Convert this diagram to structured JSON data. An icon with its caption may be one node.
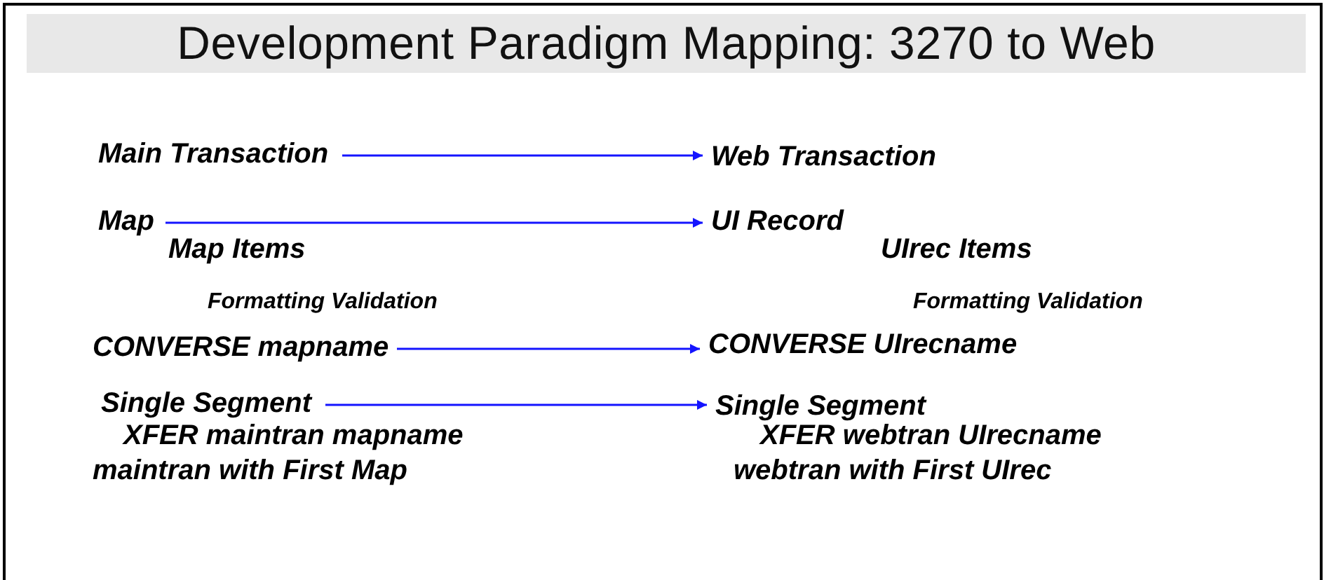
{
  "diagram": {
    "title": "Development Paradigm Mapping: 3270 to Web",
    "nodes": [
      {
        "text": [
          "Main Transaction"
        ]
      },
      {
        "text": [
          "Web Transaction"
        ]
      },
      {
        "text": [
          "Map"
        ]
      },
      {
        "text": [
          "UI Record"
        ]
      },
      {
        "text": [
          "CONVERSE mapname"
        ]
      },
      {
        "text": [
          "CONVERSE UIrecname"
        ]
      },
      {
        "text": [
          "Single Segment"
        ]
      },
      {
        "text": [
          "Single Segment"
        ]
      }
    ],
    "edges": [
      {
        "from": 0,
        "to": 1,
        "arrow": "to"
      },
      {
        "from": 2,
        "to": 3,
        "arrow": "to"
      },
      {
        "from": 4,
        "to": 5,
        "arrow": "to"
      },
      {
        "from": 6,
        "to": 7,
        "arrow": "to"
      }
    ],
    "labels": [
      "Map Items",
      "UIrec Items",
      "Formatting Validation",
      "Formatting Validation",
      "XFER maintran mapname",
      "XFER webtran UIrecname",
      "maintran with First Map",
      "webtran with First UIrec"
    ]
  }
}
